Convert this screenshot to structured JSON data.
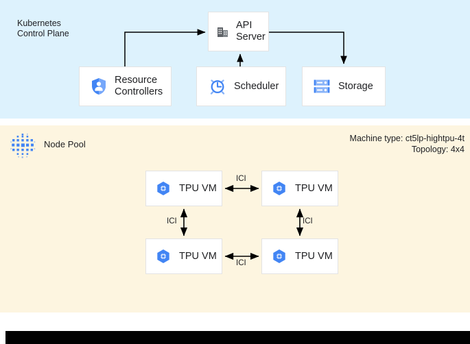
{
  "control_plane": {
    "label": "Kubernetes\nControl Plane",
    "background_color": "#ddf2fd",
    "nodes": [
      {
        "id": "api-server",
        "label": "API\nServer",
        "icon": "building-icon"
      },
      {
        "id": "resource-controllers",
        "label": "Resource\nControllers",
        "icon": "shield-person-icon"
      },
      {
        "id": "scheduler",
        "label": "Scheduler",
        "icon": "alarm-clock-icon"
      },
      {
        "id": "storage",
        "label": "Storage",
        "icon": "server-stack-icon"
      }
    ]
  },
  "node_pool": {
    "label": "Node Pool",
    "icon": "node-cluster-icon",
    "background_color": "#fdf5e0",
    "machine_type": "Machine type: ct5lp-hightpu-4t",
    "topology": "Topology: 4x4",
    "tpu_vms": [
      {
        "id": "tpu-vm-top-left",
        "label": "TPU VM",
        "icon": "tpu-chip-icon"
      },
      {
        "id": "tpu-vm-top-right",
        "label": "TPU VM",
        "icon": "tpu-chip-icon"
      },
      {
        "id": "tpu-vm-bottom-left",
        "label": "TPU VM",
        "icon": "tpu-chip-icon"
      },
      {
        "id": "tpu-vm-bottom-right",
        "label": "TPU VM",
        "icon": "tpu-chip-icon"
      }
    ],
    "links": [
      {
        "id": "ici-top",
        "label": "ICI"
      },
      {
        "id": "ici-left",
        "label": "ICI"
      },
      {
        "id": "ici-right",
        "label": "ICI"
      },
      {
        "id": "ici-bottom",
        "label": "ICI"
      }
    ]
  },
  "colors": {
    "accent_blue": "#4285f4",
    "icon_grey": "#5f6368",
    "arrow": "#000000",
    "box_border": "#e3e3e3"
  }
}
